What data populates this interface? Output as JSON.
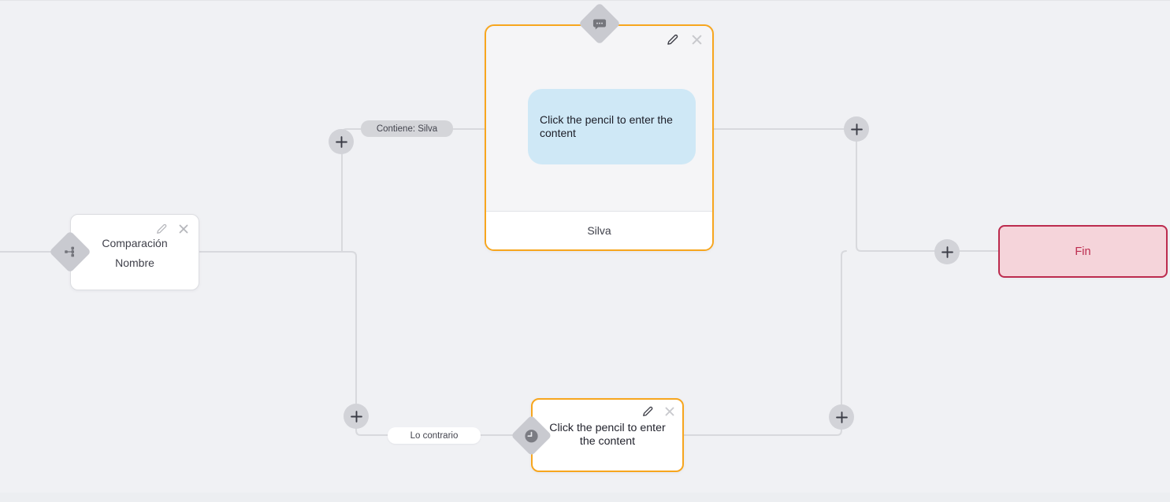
{
  "canvas": {
    "background": "#f0f1f4",
    "wire_color": "#d8d9dd"
  },
  "wire_labels": {
    "branch_true": "Contiene: Silva",
    "branch_false": "Lo contrario"
  },
  "nodes": {
    "comparison": {
      "title_line1": "Comparación",
      "title_line2": "Nombre"
    },
    "message": {
      "content_placeholder": "Click the pencil to enter the content",
      "keyword_label": "Silva"
    },
    "delay": {
      "content_placeholder": "Click the pencil to enter the content"
    },
    "end": {
      "label": "Fin"
    }
  },
  "colors": {
    "accent_orange": "#f7a61e",
    "end_red": "#bc2b4e",
    "end_bg": "#f5d4da",
    "bubble_blue": "#cfe8f6",
    "pill_gray": "#d4d5d9",
    "diamond_gray": "#c9cad0",
    "plus_bg": "#d2d3d8"
  },
  "icons": {
    "comparison_handle": "branch-icon",
    "message_handle": "chat-bubble-icon",
    "delay_handle": "clock-icon",
    "edit": "pencil-icon",
    "delete": "close-icon",
    "add": "plus-icon"
  }
}
